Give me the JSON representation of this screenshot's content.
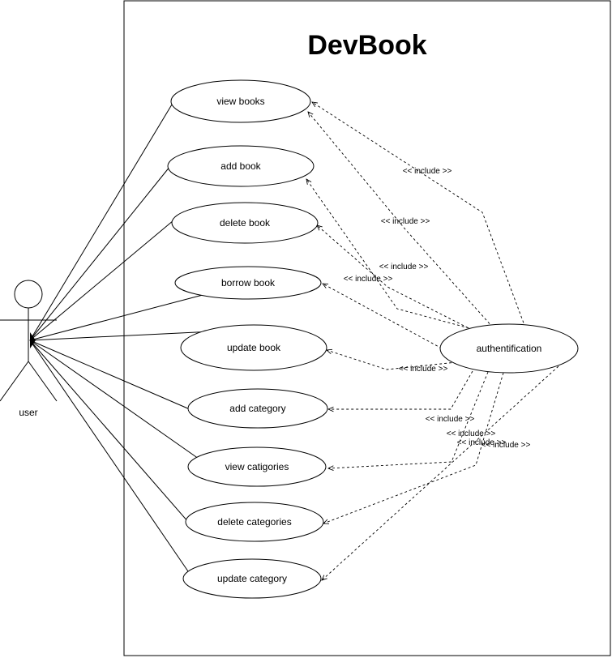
{
  "system": {
    "title": "DevBook"
  },
  "actor": {
    "label": "user"
  },
  "use_cases": [
    {
      "id": "view-books",
      "label": "view books"
    },
    {
      "id": "add-book",
      "label": "add book"
    },
    {
      "id": "delete-book",
      "label": "delete book"
    },
    {
      "id": "borrow-book",
      "label": "borrow book"
    },
    {
      "id": "update-book",
      "label": "update book"
    },
    {
      "id": "add-category",
      "label": "add category"
    },
    {
      "id": "view-catigories",
      "label": "view catigories"
    },
    {
      "id": "delete-categories",
      "label": "delete categories"
    },
    {
      "id": "update-category",
      "label": "update category"
    }
  ],
  "auth": {
    "label": "authentification"
  },
  "include_label": "<< include >>"
}
